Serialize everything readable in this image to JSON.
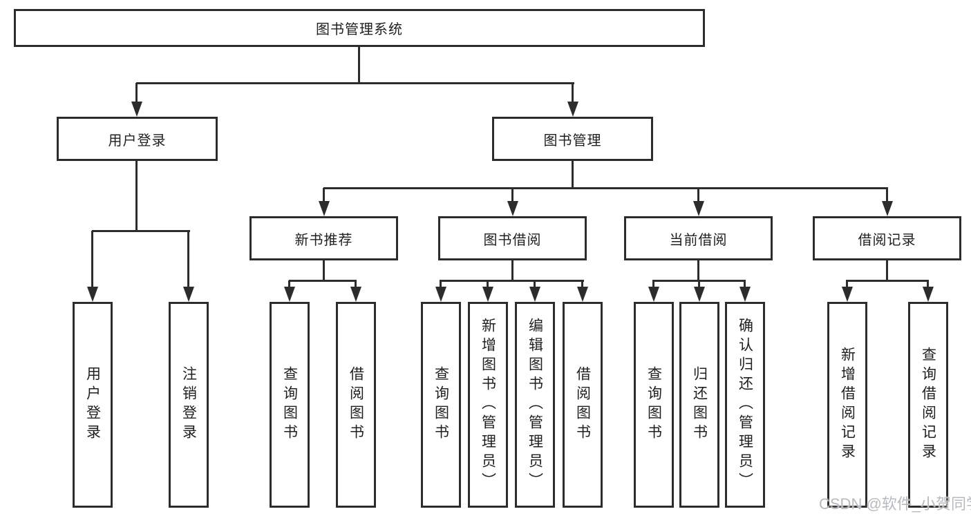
{
  "tree": {
    "label": "图书管理系统",
    "children": [
      {
        "label": "用户登录",
        "children": [
          {
            "label": "用户登录"
          },
          {
            "label": "注销登录"
          }
        ]
      },
      {
        "label": "图书管理",
        "children": [
          {
            "label": "新书推荐",
            "children": [
              {
                "label": "查询图书"
              },
              {
                "label": "借阅图书"
              }
            ]
          },
          {
            "label": "图书借阅",
            "children": [
              {
                "label": "查询图书"
              },
              {
                "label": "新增图书（管理员）"
              },
              {
                "label": "编辑图书（管理员）"
              },
              {
                "label": "借阅图书"
              }
            ]
          },
          {
            "label": "当前借阅",
            "children": [
              {
                "label": "查询图书"
              },
              {
                "label": "归还图书"
              },
              {
                "label": "确认归还（管理员）"
              }
            ]
          },
          {
            "label": "借阅记录",
            "children": [
              {
                "label": "新增借阅记录"
              },
              {
                "label": "查询借阅记录"
              }
            ]
          }
        ]
      }
    ]
  },
  "watermark": {
    "text": "CSDN @软件_小贺同学"
  },
  "colors": {
    "line": "#2c2c2c",
    "text": "#1f1f1f",
    "watermark": "#b7babd",
    "bg": "#ffffff"
  }
}
